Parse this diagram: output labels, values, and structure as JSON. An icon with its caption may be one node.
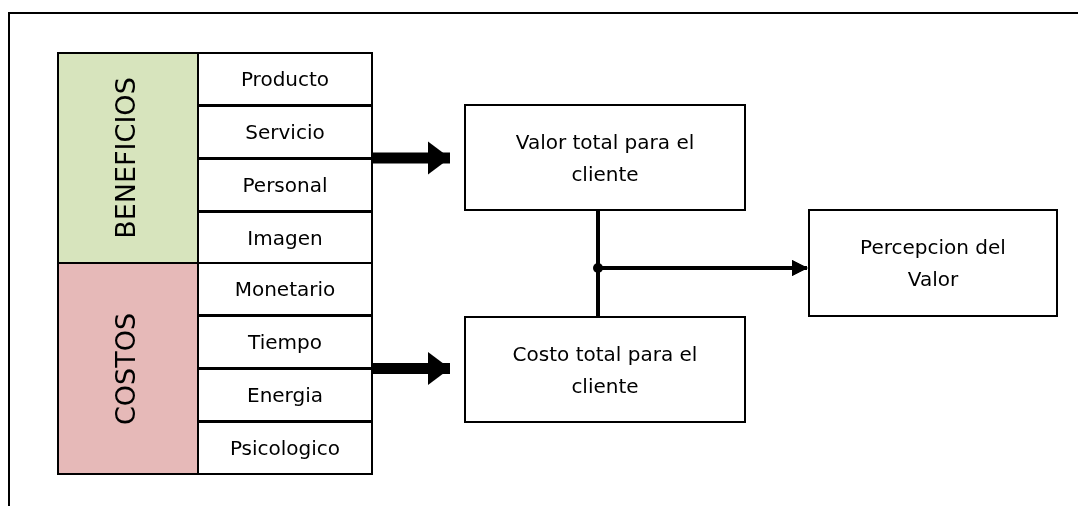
{
  "diagram": {
    "nodes": [
      {
        "text": [
          "BENEFICIOS"
        ]
      },
      {
        "text": [
          "Producto"
        ],
        "in": 0
      },
      {
        "text": [
          "Servicio"
        ],
        "in": 0
      },
      {
        "text": [
          "Personal"
        ],
        "in": 0
      },
      {
        "text": [
          "Imagen"
        ],
        "in": 0
      },
      {
        "text": [
          "COSTOS"
        ]
      },
      {
        "text": [
          "Monetario"
        ],
        "in": 5
      },
      {
        "text": [
          "Tiempo"
        ],
        "in": 5
      },
      {
        "text": [
          "Energia"
        ],
        "in": 5
      },
      {
        "text": [
          "Psicologico"
        ],
        "in": 5
      },
      {
        "text": [
          "Valor total para el cliente"
        ]
      },
      {
        "text": [
          "Costo total para el cliente"
        ]
      },
      {
        "text": [
          "Percepcion del Valor"
        ]
      }
    ],
    "edges": [
      {
        "from": 0,
        "to": 10,
        "arrow": "to",
        "style": "thick"
      },
      {
        "from": 5,
        "to": 11,
        "arrow": "to",
        "style": "thick"
      },
      {
        "from": 10,
        "to": 12,
        "arrow": "to"
      },
      {
        "from": 11,
        "to": 12,
        "arrow": "to"
      }
    ]
  }
}
